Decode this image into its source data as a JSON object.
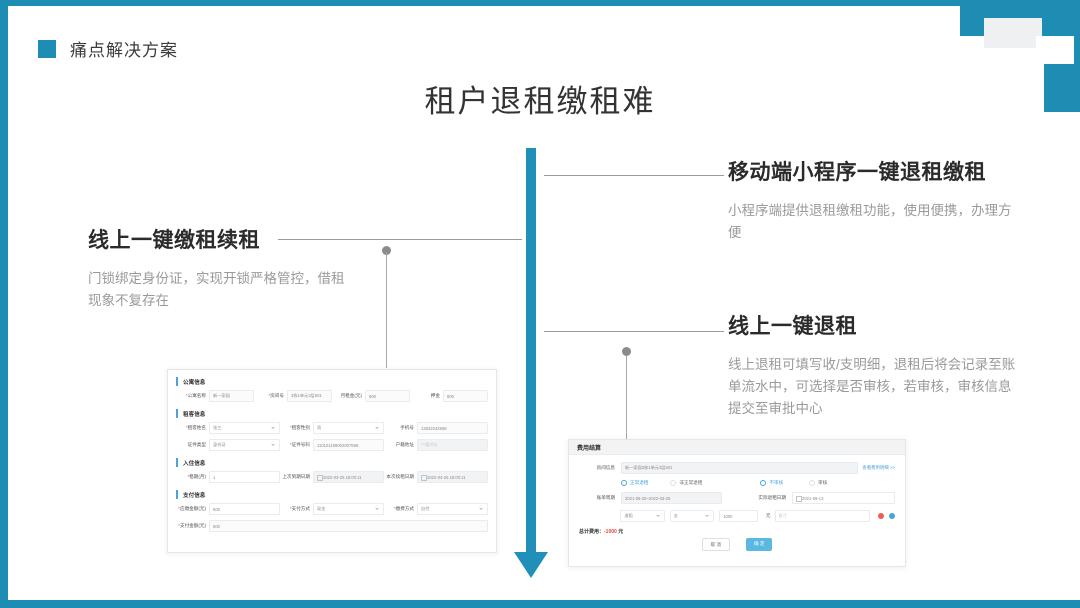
{
  "theme": {
    "accent": "#1e8db3",
    "arrow": "#2090b8",
    "muted": "#9a9a9a",
    "danger": "#e8453c"
  },
  "header": {
    "title": "痛点解决方案",
    "marker_icon": "square-marker-icon"
  },
  "main_title": "租户退租缴租难",
  "blocks": {
    "left": {
      "title": "线上一键缴租续租",
      "body": "门锁绑定身份证，实现开锁严格管控，借租现象不复存在"
    },
    "right_top": {
      "title": "移动端小程序一键退租缴租",
      "body": "小程序端提供退租缴租功能，使用便携，办理方便"
    },
    "right_bottom": {
      "title": "线上一键退租",
      "body": "线上退租可填写收/支明细，退租后将会记录至账单流水中，可选择是否审核，若审核，审核信息提交至审批中心"
    }
  },
  "form_screenshot": {
    "sections": [
      {
        "title": "公寓信息",
        "rows": [
          [
            {
              "label": "公寓名称",
              "required": true,
              "value": "新一家园",
              "type": "input"
            },
            {
              "label": "房间号",
              "required": true,
              "value": "3栋1单元3层501",
              "type": "input"
            },
            {
              "label": "月租金(元)",
              "required": false,
              "value": "600",
              "type": "input"
            },
            {
              "label": "押金",
              "required": false,
              "value": "600",
              "type": "input"
            }
          ]
        ]
      },
      {
        "title": "租客信息",
        "rows": [
          [
            {
              "label": "租客姓名",
              "required": true,
              "value": "张三",
              "type": "select"
            },
            {
              "label": "租客性别",
              "required": true,
              "value": "男",
              "type": "select"
            },
            {
              "label": "手机号",
              "required": false,
              "value": "13632242658",
              "type": "input"
            }
          ],
          [
            {
              "label": "证件类型",
              "required": false,
              "value": "身份证",
              "type": "select"
            },
            {
              "label": "证件号码",
              "required": true,
              "value": "110101199002007568",
              "type": "input"
            },
            {
              "label": "户籍地址",
              "required": false,
              "value": "户籍地址",
              "type": "placeholder"
            }
          ]
        ]
      },
      {
        "title": "入住信息",
        "rows": [
          [
            {
              "label": "租期(月)",
              "required": true,
              "value": "1",
              "type": "input-white"
            },
            {
              "label": "上次到期日期",
              "required": false,
              "value": "2022-03-25 18:00:11",
              "type": "date"
            },
            {
              "label": "本次续租日期",
              "required": false,
              "value": "2022-04-25 18:00:11",
              "type": "date"
            }
          ]
        ]
      },
      {
        "title": "支付信息",
        "rows": [
          [
            {
              "label": "应缴金额(元)",
              "required": true,
              "value": "600",
              "type": "input-white"
            },
            {
              "label": "支付方式",
              "required": true,
              "value": "现金",
              "type": "select"
            },
            {
              "label": "缴费方式",
              "required": true,
              "value": "自付",
              "type": "select"
            }
          ],
          [
            {
              "label": "支付金额(元)",
              "required": true,
              "value": "500",
              "type": "input"
            }
          ]
        ]
      }
    ]
  },
  "settlement_screenshot": {
    "header": "费用结算",
    "room_label": "房间信息",
    "room_value": "新一家园3栋1单元3层501",
    "detail_link": "查看费用明细 >>",
    "radios_a": [
      {
        "label": "正常退租",
        "checked": true
      },
      {
        "label": "非正常退租",
        "checked": false
      }
    ],
    "radios_b": [
      {
        "label": "不审核",
        "checked": true
      },
      {
        "label": "审核",
        "checked": false
      }
    ],
    "cycle_label": "账单周期",
    "cycle_value": "2021-06-25~2022-03-25",
    "actual_label": "实际退租日期",
    "actual_value": "2021-09-13",
    "entry_row": {
      "type": "退租",
      "direction": "支",
      "amount": "1000",
      "unit": "元",
      "remark": "备注"
    },
    "total_label": "总计费用：",
    "total_value": "-1000",
    "total_unit": "元",
    "cancel_label": "取 消",
    "confirm_label": "确 定",
    "remove_icon": "minus-circle-icon",
    "add_icon": "plus-circle-icon"
  }
}
